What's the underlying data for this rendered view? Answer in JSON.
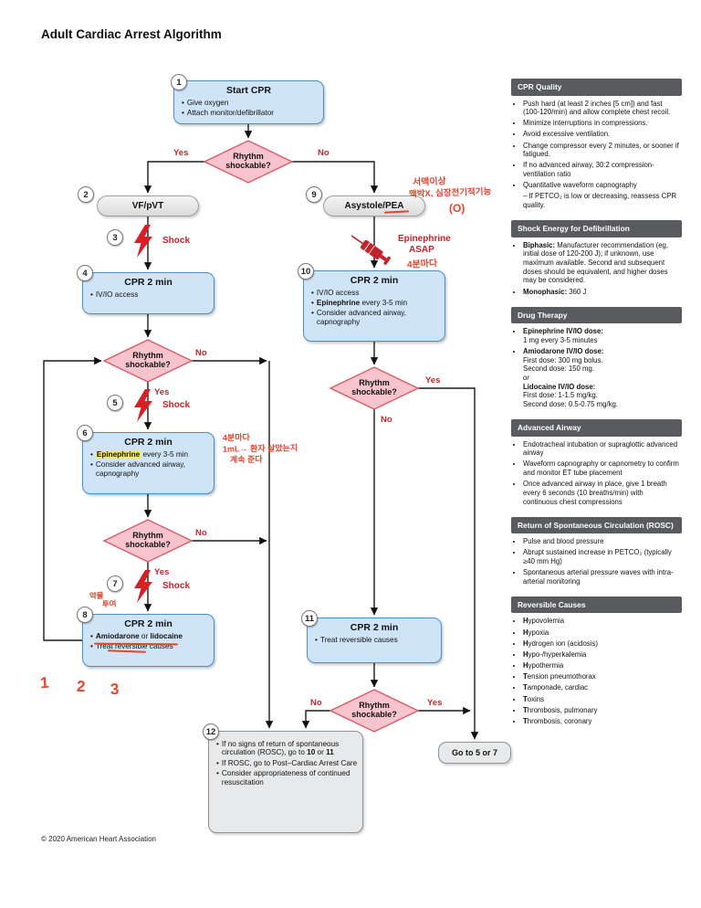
{
  "title": "Adult Cardiac Arrest Algorithm",
  "footer": "© 2020 American Heart Association",
  "labels": {
    "yes": "Yes",
    "no": "No",
    "rhythm": "Rhythm shockable?",
    "shock": "Shock"
  },
  "colors": {
    "box_blue": "#cfe4f6",
    "box_blue_border": "#4b90c8",
    "diamond_pink": "#f7c3cc",
    "diamond_border": "#d95b6a",
    "shock_red": "#cc2128",
    "yes_no_red": "#c0272d",
    "sidebar_header_gray": "#595b5e",
    "highlight_yellow": "#f8ec55",
    "annotation_red": "#e8432c"
  },
  "steps": {
    "s1": {
      "num": "1",
      "title": "Start CPR",
      "b1": "Give oxygen",
      "b2": "Attach monitor/defibrillator"
    },
    "s2": {
      "num": "2",
      "label": "VF/pVT"
    },
    "s3": {
      "num": "3"
    },
    "s4": {
      "num": "4",
      "title": "CPR 2 min",
      "b1": "IV/IO access"
    },
    "s5": {
      "num": "5"
    },
    "s6": {
      "num": "6",
      "title": "CPR 2 min",
      "b1_drug": "Epinephrine",
      "b1_rest": " every 3-5 min",
      "b2": "Consider advanced airway, capnography"
    },
    "s7": {
      "num": "7"
    },
    "s8": {
      "num": "8",
      "title": "CPR 2 min",
      "b1_d1": "Amiodarone",
      "b1_or": " or ",
      "b1_d2": "lidocaine",
      "b2": "Treat reversible causes"
    },
    "s9": {
      "num": "9",
      "label_a": "Asystole/",
      "label_b": "PEA"
    },
    "s10": {
      "num": "10",
      "title": "CPR 2 min",
      "b1": "IV/IO access",
      "b2_drug": "Epinephrine",
      "b2_rest": " every 3-5 min",
      "b3": "Consider advanced airway, capnography"
    },
    "s11": {
      "num": "11",
      "title": "CPR 2 min",
      "b1": "Treat reversible causes"
    },
    "s12": {
      "num": "12",
      "b1_pre": "If no signs of return of spontaneous circulation (ROSC), go to ",
      "b1_n1": "10",
      "b1_or": " or ",
      "b1_n2": "11",
      "b2": "If ROSC, go to Post–Cardiac Arrest Care",
      "b3": "Consider appropriateness of continued resuscitation"
    }
  },
  "goto": {
    "pre": "Go to ",
    "n1": "5",
    "or": " or ",
    "n2": "7"
  },
  "epi_asap": {
    "line1": "Epinephrine",
    "line2": "ASAP"
  },
  "annotations": {
    "pea_line1": "서맥이상",
    "pea_line2": "맥박X, 심장전기적기능",
    "pea_line3": "(O)",
    "syringe": "4분마다",
    "box6_line1": "4분마다",
    "box6_line2": "1mL→ 환자 살았는지",
    "box6_line3": "계속 준다",
    "box8_line1": "약물",
    "box8_line2": "투여",
    "num1": "1",
    "num2": "2",
    "num3": "3"
  },
  "sidebar": {
    "sections": [
      {
        "title": "CPR Quality",
        "items": [
          "Push hard (at least 2 inches [5 cm]) and fast (100-120/min) and allow complete chest recoil.",
          "Minimize interruptions in compressions.",
          "Avoid excessive ventilation.",
          "Change compressor every 2 minutes, or sooner if fatigued.",
          "If no advanced airway, 30:2 compression-ventilation ratio",
          "Quantitative waveform capnography"
        ],
        "sub": "– If PETCO₂ is low or decreasing, reassess CPR quality."
      },
      {
        "title": "Shock Energy for Defibrillation",
        "items": [
          {
            "b": "Biphasic:",
            "t": " Manufacturer recommendation (eg, initial dose of 120-200 J); if unknown, use maximum available. Second and subsequent doses should be equivalent, and higher doses may be considered."
          },
          {
            "b": "Monophasic:",
            "t": " 360 J"
          }
        ]
      },
      {
        "title": "Drug Therapy",
        "epi_label": "Epinephrine IV/IO dose:",
        "epi_text": "1 mg every 3-5 minutes",
        "amio_label": "Amiodarone IV/IO dose:",
        "amio_line1": "First dose: 300 mg bolus.",
        "amio_line2": "Second dose: 150 mg.",
        "or": "or",
        "lido_label": "Lidocaine IV/IO dose:",
        "lido_line1": "First dose: 1-1.5 mg/kg.",
        "lido_line2": "Second dose: 0.5-0.75 mg/kg."
      },
      {
        "title": "Advanced Airway",
        "items": [
          "Endotracheal intubation or supraglottic advanced airway",
          "Waveform capnography or capnometry to confirm and monitor ET tube placement",
          "Once advanced airway in place, give 1 breath every 6 seconds (10 breaths/min) with continuous chest compressions"
        ]
      },
      {
        "title": "Return of Spontaneous Circulation (ROSC)",
        "items": [
          "Pulse and blood pressure",
          "Abrupt sustained increase in PETCO₂ (typically ≥40 mm Hg)",
          "Spontaneous arterial pressure waves with intra-arterial monitoring"
        ]
      },
      {
        "title": "Reversible Causes",
        "items": [
          {
            "b": "H",
            "t": "ypovolemia"
          },
          {
            "b": "H",
            "t": "ypoxia"
          },
          {
            "b": "H",
            "t": "ydrogen ion (acidosis)"
          },
          {
            "b": "H",
            "t": "ypo-/hyperkalemia"
          },
          {
            "b": "H",
            "t": "ypothermia"
          },
          {
            "b": "T",
            "t": "ension pneumothorax"
          },
          {
            "b": "T",
            "t": "amponade, cardiac"
          },
          {
            "b": "T",
            "t": "oxins"
          },
          {
            "b": "T",
            "t": "hrombosis, pulmonary"
          },
          {
            "b": "T",
            "t": "hrombosis, coronary"
          }
        ]
      }
    ]
  }
}
